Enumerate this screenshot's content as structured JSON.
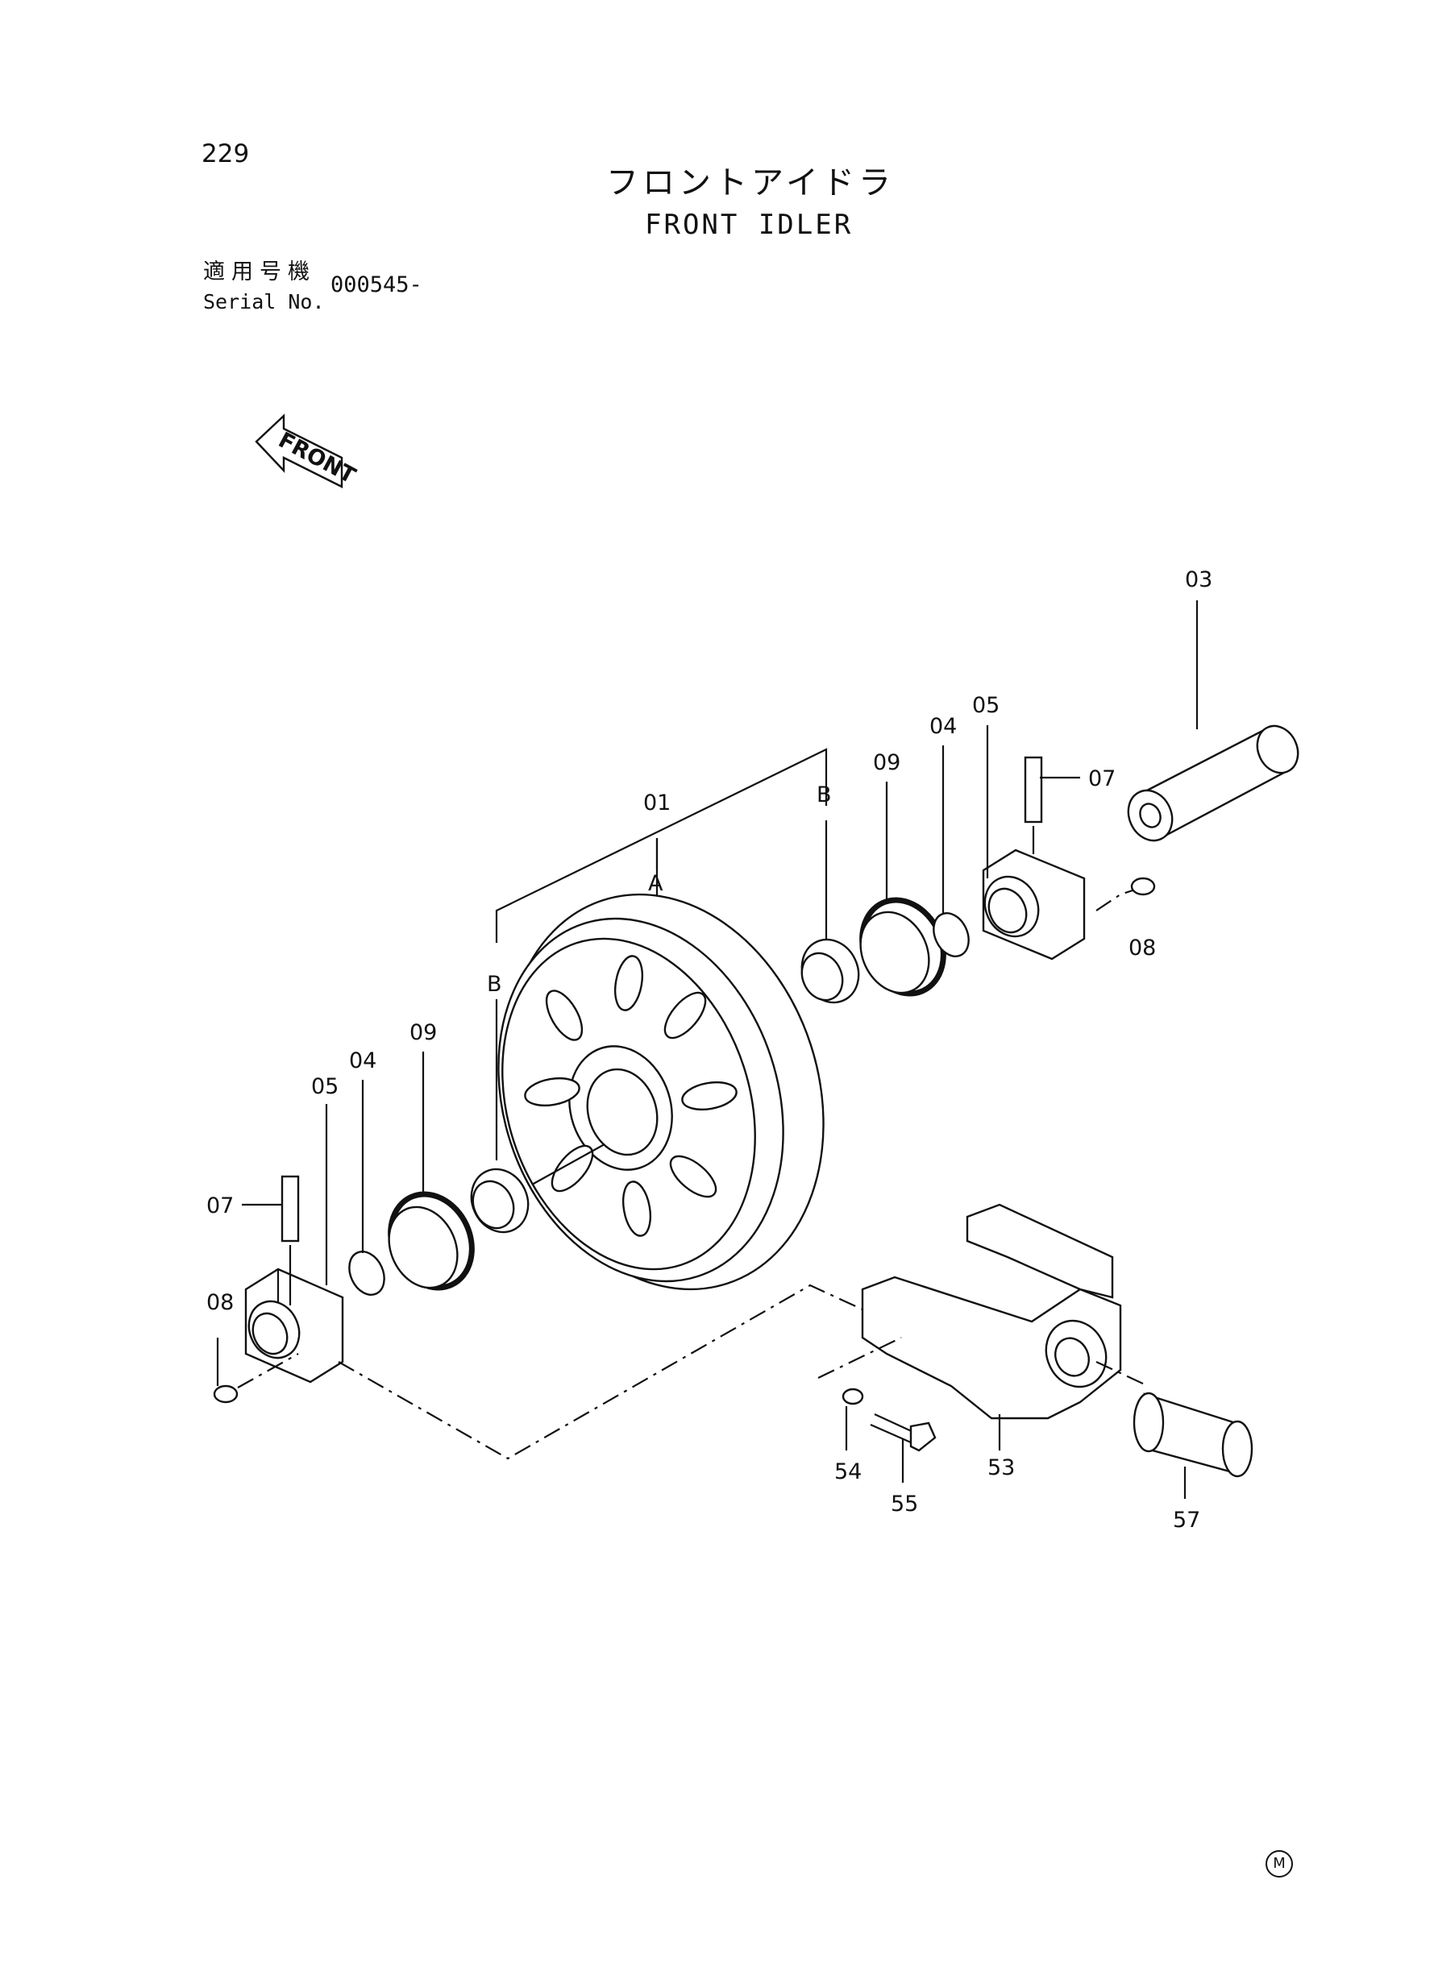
{
  "page_number": "229",
  "title_jp": "フロントアイドラ",
  "title_en": "FRONT IDLER",
  "serial_label_jp": "適用号機",
  "serial_label_en": "Serial No.",
  "serial_value": "000545-",
  "front_arrow_label": "FRONT",
  "reference_letters": {
    "A": "A",
    "B_left": "B",
    "B_right": "B"
  },
  "callouts": {
    "idler": "01",
    "shaft": "03",
    "seal_ring_left": "04",
    "seal_ring_right": "04",
    "support_left": "05",
    "support_right": "05",
    "pin_left": "07",
    "pin_right": "07",
    "plug_left": "08",
    "plug_right": "08",
    "floating_seal_left": "09",
    "floating_seal_right": "09",
    "yoke": "53",
    "washer": "54",
    "bolt": "55",
    "pin_yoke": "57"
  },
  "corner_mark": "M"
}
